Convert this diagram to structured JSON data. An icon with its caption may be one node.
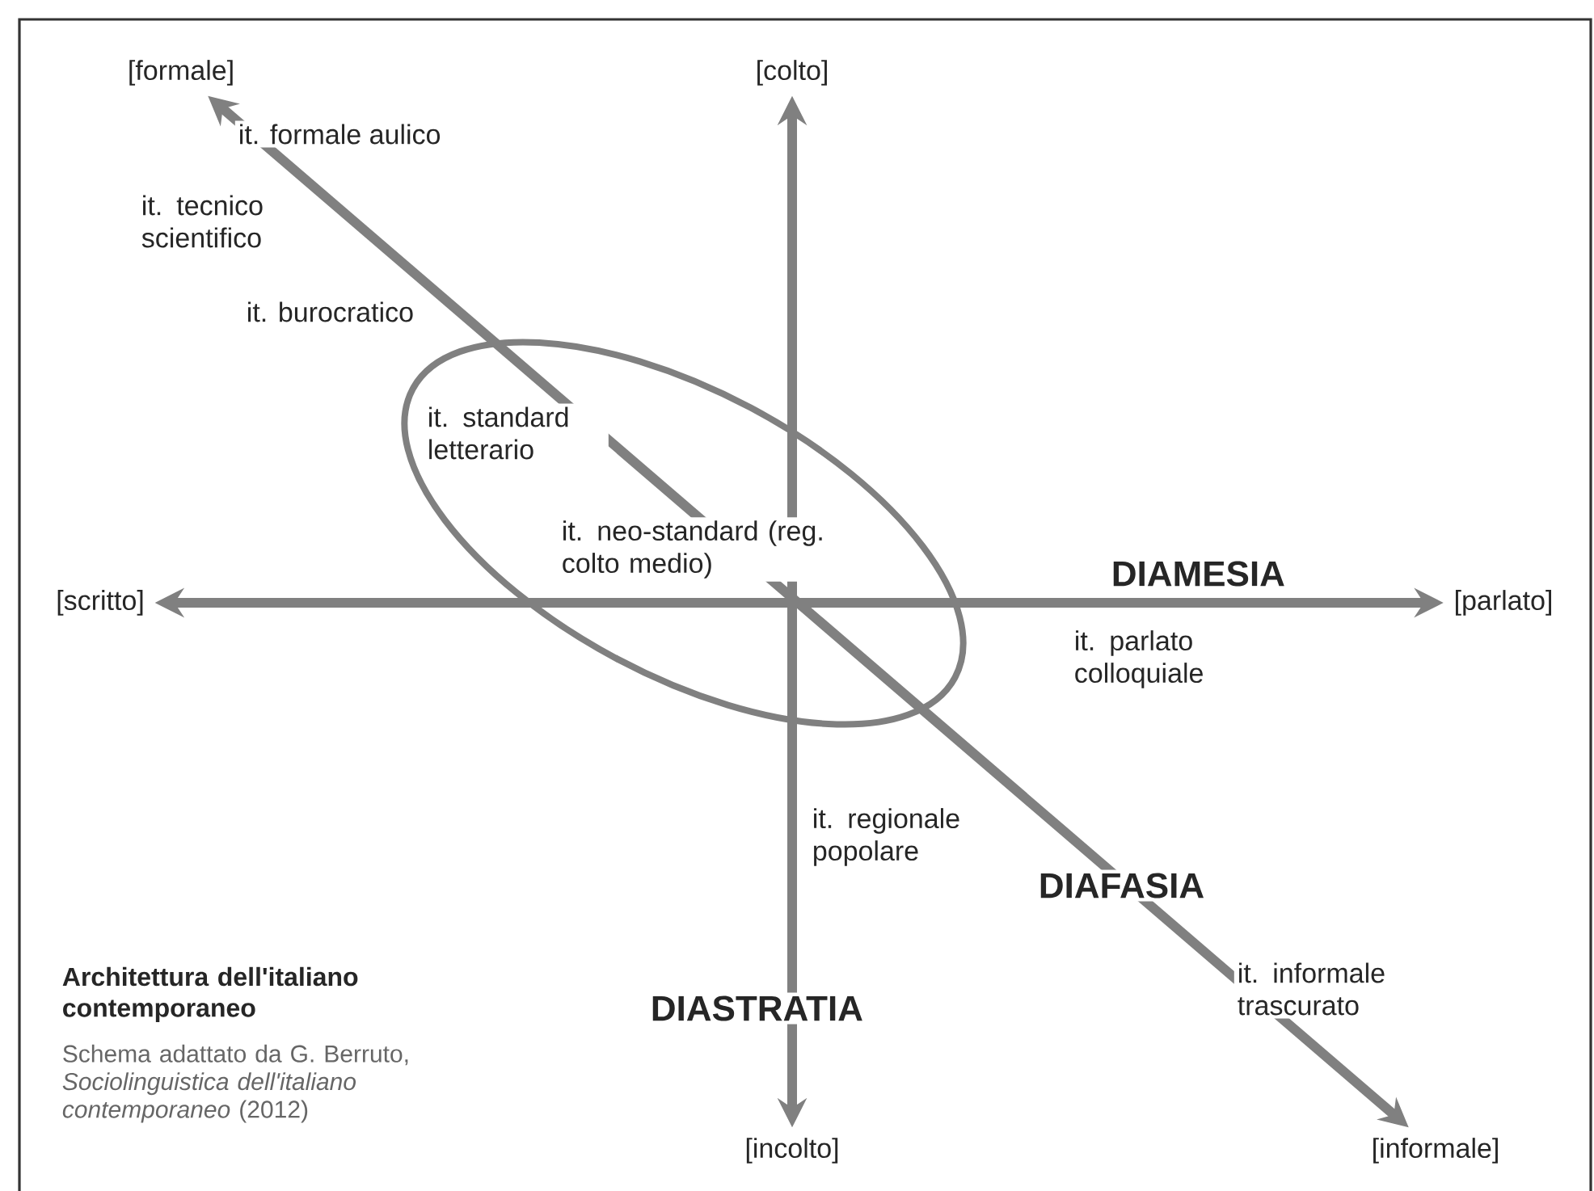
{
  "diagram": {
    "title": "Architettura dell'italiano contemporaneo",
    "caption": "Schema adattato da G. Berruto, *Sociolinguistica dell'italiano contemporaneo* (2012)",
    "nodes": [
      {
        "text": [
          "[formale]"
        ]
      },
      {
        "text": [
          "[colto]"
        ]
      },
      {
        "text": [
          "[scritto]"
        ]
      },
      {
        "text": [
          "[parlato]"
        ]
      },
      {
        "text": [
          "[incolto]"
        ]
      },
      {
        "text": [
          "[informale]"
        ]
      }
    ],
    "edges": [
      {
        "from": 0,
        "to": 5,
        "arrow": "both"
      },
      {
        "from": 1,
        "to": 4,
        "arrow": "both"
      },
      {
        "from": 2,
        "to": 3,
        "arrow": "both"
      }
    ],
    "labels": [
      "it. formale aulico",
      "it. tecnico scientifico",
      "it. burocratico",
      "it. standard letterario",
      "it. neo-standard (reg. colto medio)",
      "DIAMESIA",
      "it. parlato colloquiale",
      "it. regionale popolare",
      "DIAFASIA",
      "it. informale trascurato",
      "DIASTRATIA"
    ]
  }
}
